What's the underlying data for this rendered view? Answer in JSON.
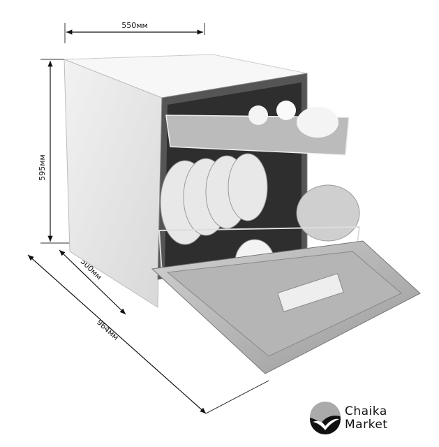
{
  "dimensions": {
    "width": "550мм",
    "height": "595мм",
    "depth": "500мм",
    "depth_open": "964мм"
  },
  "logo": {
    "line1": "Chaika",
    "line2": "Market"
  }
}
